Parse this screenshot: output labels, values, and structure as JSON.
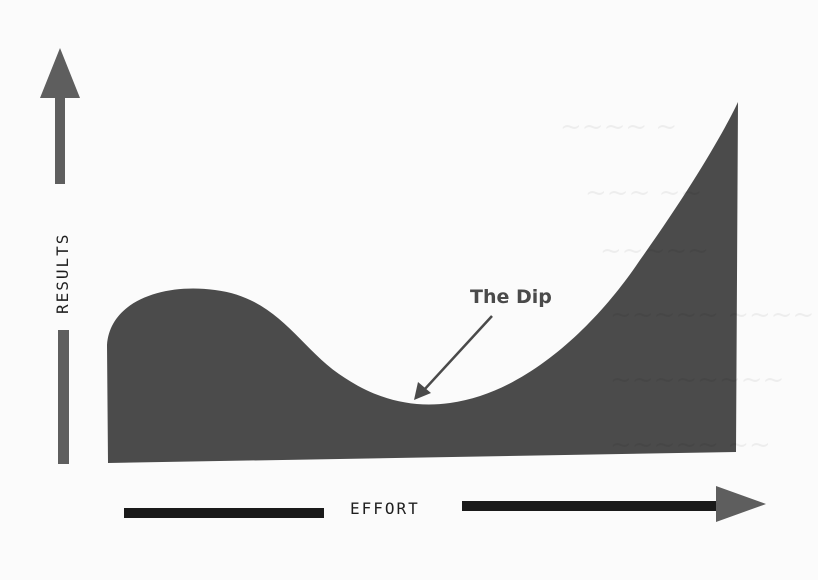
{
  "diagram": {
    "y_axis_label": "RESULTS",
    "x_axis_label": "EFFORT",
    "annotation": "The Dip",
    "colors": {
      "curve_fill": "#4b4b4b",
      "axis_gray": "#5e5e5e",
      "axis_black": "#1a1a1a",
      "annotation_text": "#4a4a4a"
    }
  }
}
